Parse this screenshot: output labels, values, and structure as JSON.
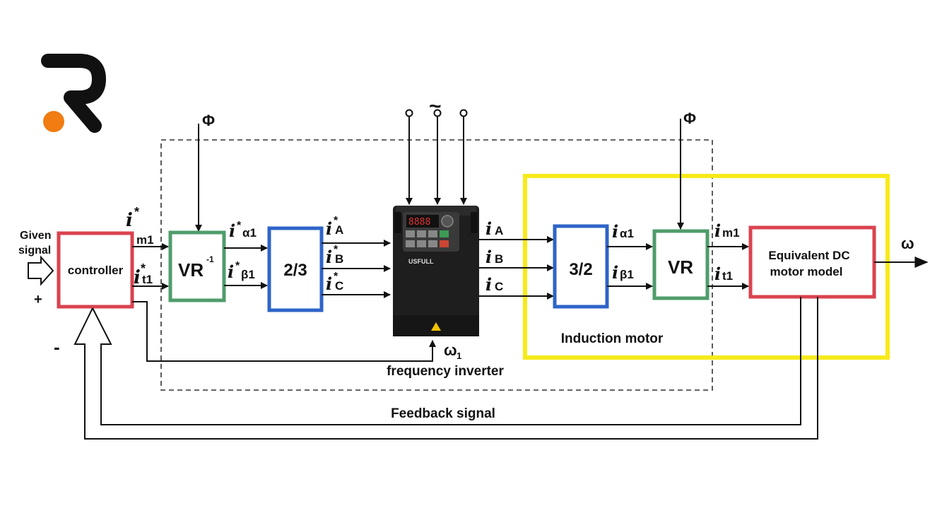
{
  "logo": {
    "letter": "R",
    "colors": {
      "stroke": "#111111",
      "dot": "#f07c12"
    }
  },
  "colors": {
    "red": "#d9434f",
    "green": "#4f9c6b",
    "blue": "#2d64c8",
    "yellow": "#f7ea1a"
  },
  "input": {
    "given": "Given",
    "signal": "signal",
    "plus": "+",
    "minus": "-"
  },
  "controller": {
    "label": "controller"
  },
  "signals_ctrl_out": {
    "m": {
      "sym": "i",
      "star": "*",
      "sub": "m1"
    },
    "t": {
      "sym": "i",
      "star": "*",
      "sub": "t1"
    }
  },
  "flux_left": "Φ",
  "flux_right": "Φ",
  "vr_inv": {
    "label": "VR",
    "sup": "-1"
  },
  "signals_vr_out": {
    "a": {
      "sym": "i",
      "star": "*",
      "sub": "α1"
    },
    "b": {
      "sym": "i",
      "star": "*",
      "sub": "β1"
    }
  },
  "block_23": {
    "label": "2/3"
  },
  "signals_23_out": {
    "A": {
      "sym": "i",
      "star": "*",
      "sub": "A"
    },
    "B": {
      "sym": "i",
      "star": "*",
      "sub": "B"
    },
    "C": {
      "sym": "i",
      "star": "*",
      "sub": "C"
    }
  },
  "supply_symbol": "~",
  "inverter": {
    "brand": "USFULL",
    "display": "8888",
    "omega": "ω",
    "omega_sub": "1",
    "caption": "frequency inverter"
  },
  "signals_inv_out": {
    "A": {
      "sym": "i",
      "sub": "A"
    },
    "B": {
      "sym": "i",
      "sub": "B"
    },
    "C": {
      "sym": "i",
      "sub": "C"
    }
  },
  "block_32": {
    "label": "3/2"
  },
  "signals_32_out": {
    "a": {
      "sym": "i",
      "sub": "α1"
    },
    "b": {
      "sym": "i",
      "sub": "β1"
    }
  },
  "vr": {
    "label": "VR"
  },
  "signals_vr2_out": {
    "m": {
      "sym": "i",
      "sub": "m1"
    },
    "t": {
      "sym": "i",
      "sub": "t1"
    }
  },
  "dc_model": {
    "line1": "Equivalent DC",
    "line2": "motor model"
  },
  "induction_motor": "Induction motor",
  "output": "ω",
  "feedback": "Feedback signal"
}
